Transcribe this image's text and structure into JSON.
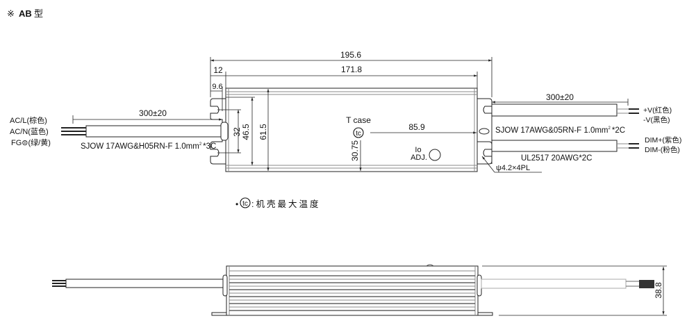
{
  "title": {
    "mark": "※",
    "model": "AB",
    "suffix": "型"
  },
  "top_view": {
    "dim_overall": "195.6",
    "dim_body": "171.8",
    "dim_flange": "12",
    "dim_hole": "9.6",
    "dim_hole_pitch": "32",
    "dim_inner": "46.5",
    "dim_width": "61.5",
    "tcase_label": "T case",
    "tc_symbol": "tc",
    "dim_tc_x": "85.9",
    "dim_tc_y": "30.75",
    "io_adj": [
      "Io",
      "ADJ."
    ],
    "hole_spec": "ψ4.2×4PL",
    "input": {
      "length": "300±20",
      "wires": [
        "AC/L(棕色)",
        "AC/N(蓝色)",
        "FG⊜(绿/黄)"
      ],
      "cable_spec": "SJOW 17AWG&H05RN-F 1.0mm",
      "cable_spec_sup": "2",
      "cable_spec_tail": "*3C"
    },
    "output": {
      "length": "300±20",
      "wires": [
        "+V(红色)",
        "-V(黑色)"
      ],
      "cable_spec": "SJOW 17AWG&05RN-F 1.0mm",
      "cable_spec_sup": "2",
      "cable_spec_tail": "*2C"
    },
    "dim_cable": {
      "wires": [
        "DIM+(紫色)",
        "DIM-(粉色)"
      ],
      "cable_spec": "UL2517 20AWG*2C"
    }
  },
  "legend": {
    "bullet": "•",
    "symbol": "tc",
    "text": ":机壳最大温度"
  },
  "side_view": {
    "dim_height": "38.8"
  }
}
